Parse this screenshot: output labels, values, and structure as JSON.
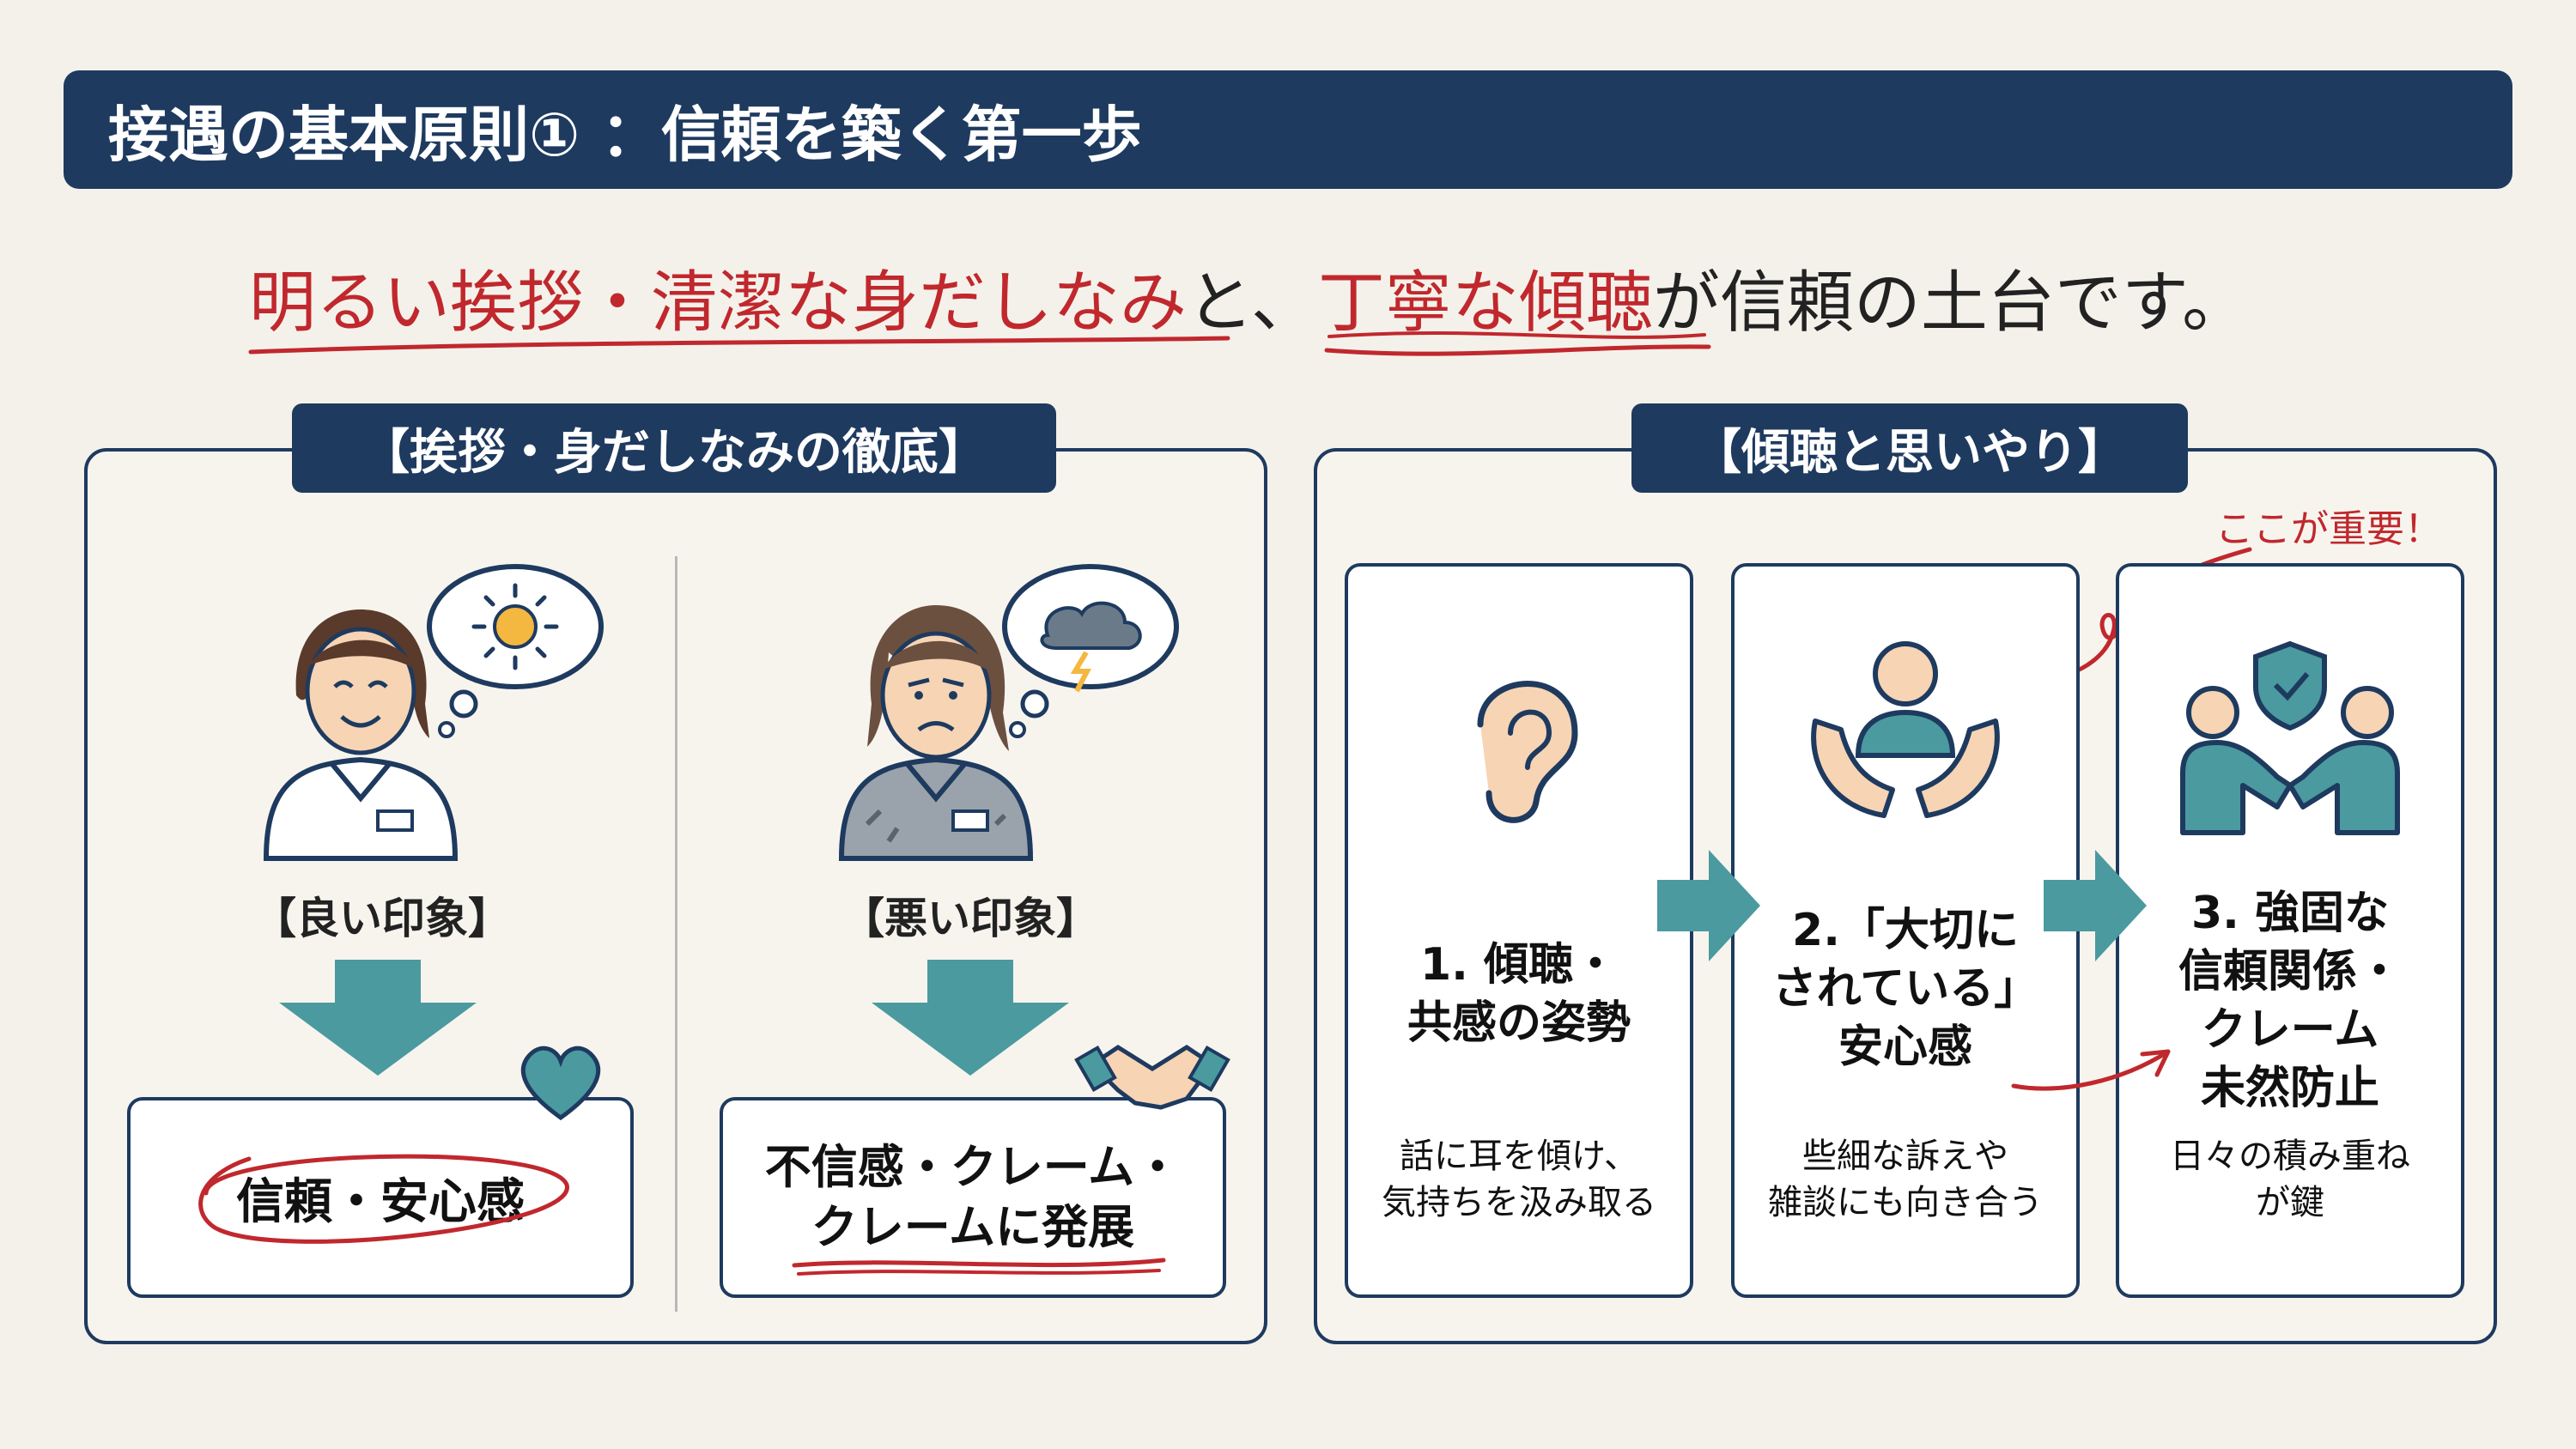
{
  "header": {
    "title": "接遇の基本原則① ：信頼を築く第一歩"
  },
  "lead": {
    "part1": "明るい挨拶・清潔な身だしなみ",
    "part2": "と、",
    "part3": "丁寧な傾聴",
    "part4": "が信頼の土台です。"
  },
  "left_panel": {
    "tab": "【挨拶・身だしなみの徹底】",
    "good": {
      "label": "【良い印象】",
      "result": "信頼・安心感"
    },
    "bad": {
      "label": "【悪い印象】",
      "result_line1": "不信感・クレーム・",
      "result_line2": "クレームに発展"
    }
  },
  "right_panel": {
    "tab": "【傾聴と思いやり】",
    "annotation": "ここが重要！",
    "steps": [
      {
        "title": "1. 傾聴・\n共感の姿勢",
        "desc": "話に耳を傾け、\n気持ちを汲み取る",
        "icon": "ear-icon"
      },
      {
        "title": "2.「大切に\nされている」\n安心感",
        "desc": "些細な訴えや\n雑談にも向き合う",
        "icon": "caring-hands-icon"
      },
      {
        "title": "3. 強固な\n信頼関係・\nクレーム\n未然防止",
        "desc": "日々の積み重ね\nが鍵",
        "icon": "handshake-shield-icon"
      }
    ]
  },
  "colors": {
    "navy": "#1e3a5f",
    "teal": "#4a9aa0",
    "red": "#c0282d",
    "background": "#f4f1ea"
  }
}
